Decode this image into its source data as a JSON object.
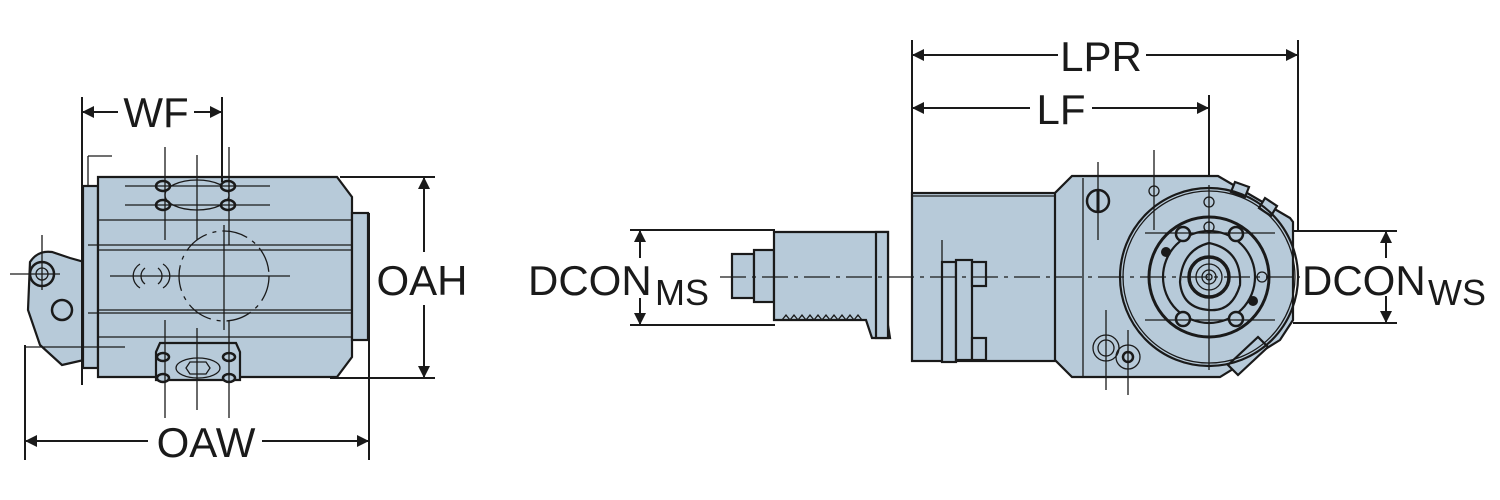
{
  "diagram": {
    "side_view": {
      "dimensions": {
        "wf": "WF",
        "oah": "OAH",
        "oaw": "OAW"
      }
    },
    "front_view": {
      "dimensions": {
        "lpr": "LPR",
        "lf": "LF",
        "dcon_ms": {
          "main": "DCON",
          "sub": "MS"
        },
        "dcon_ws": {
          "main": "DCON",
          "sub": "WS"
        }
      }
    },
    "colors": {
      "body_fill": "#b7cad9",
      "line": "#1a1a1a"
    }
  }
}
